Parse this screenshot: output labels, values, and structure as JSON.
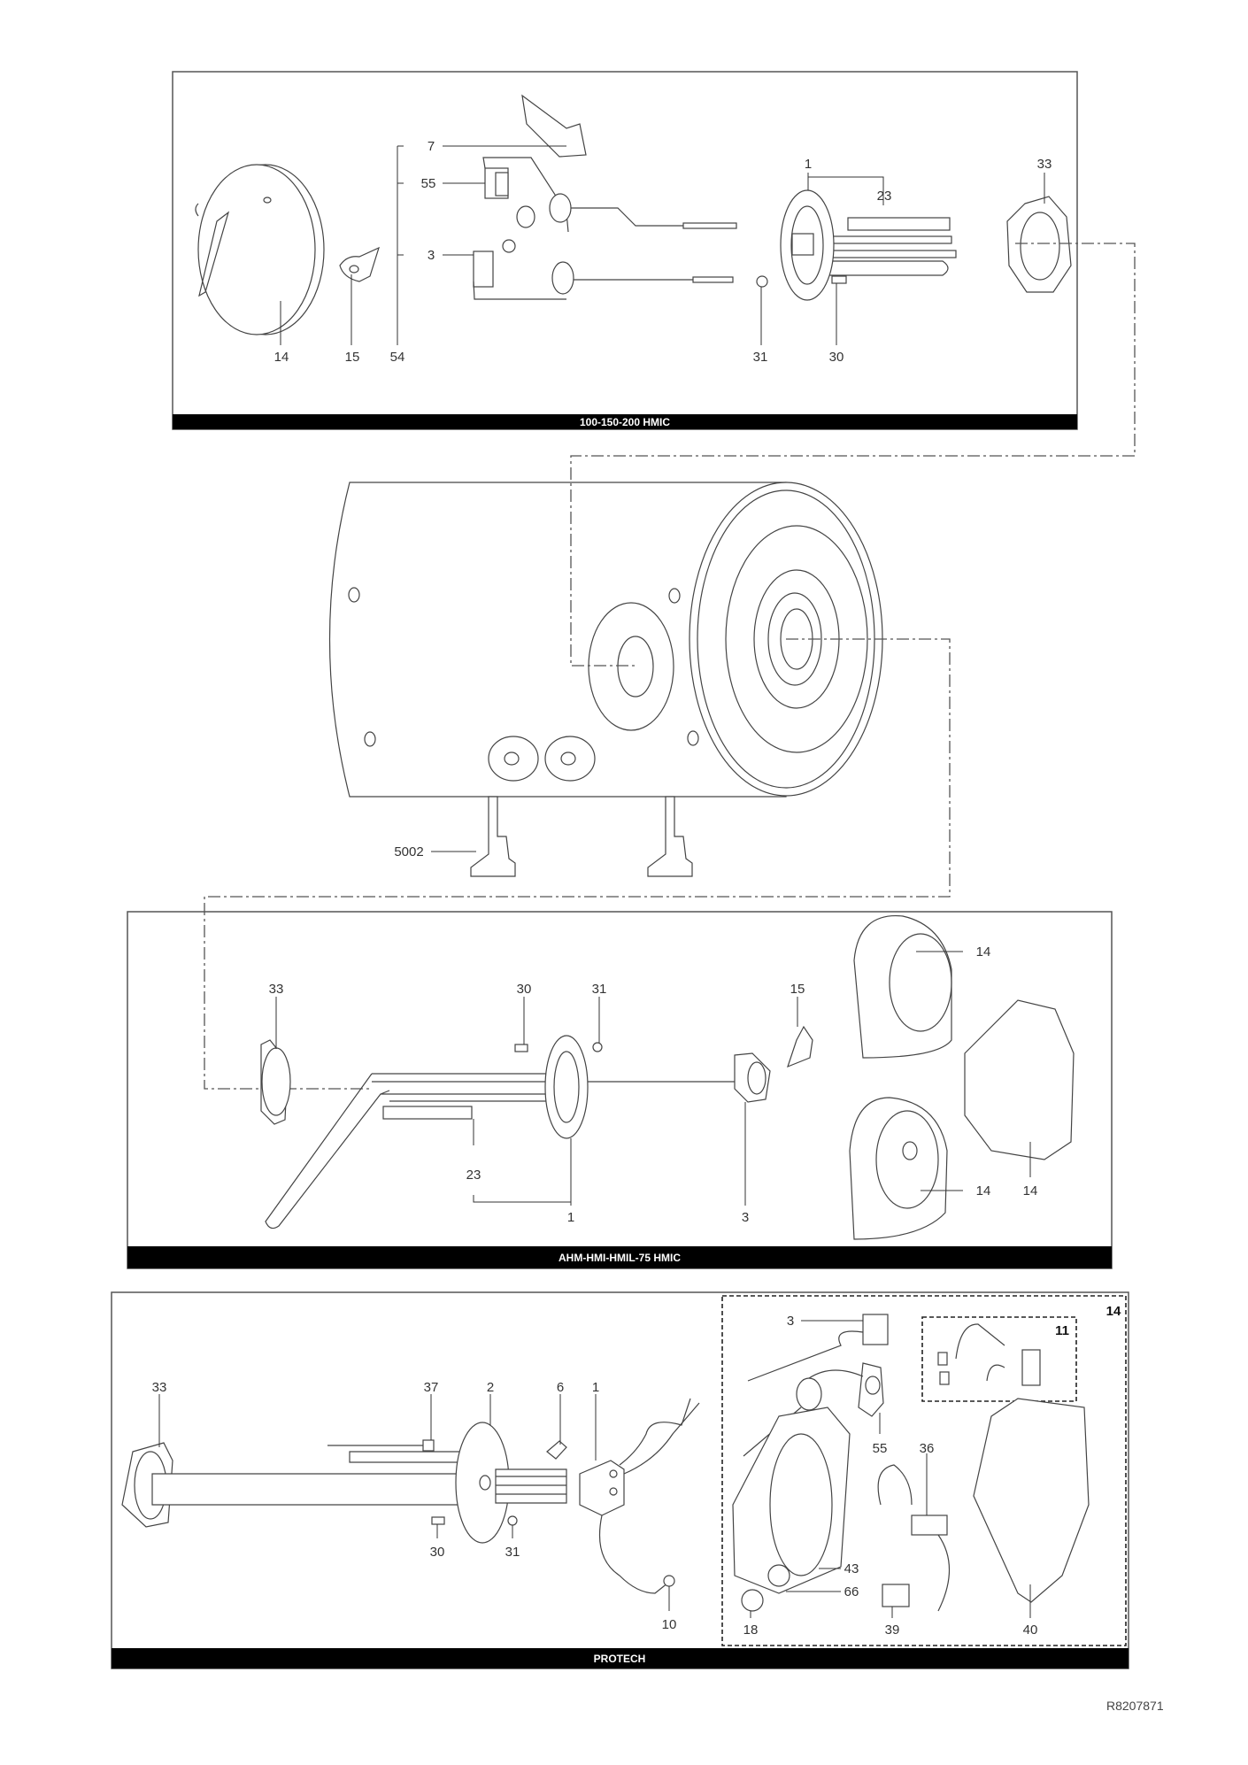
{
  "document_ref": "R8207871",
  "panel_top": {
    "title": "100-150-200 HMIC",
    "labels": [
      "7",
      "55",
      "3",
      "54",
      "14",
      "15",
      "31",
      "30",
      "1",
      "23",
      "33"
    ]
  },
  "tank": {
    "labels": [
      "5002"
    ]
  },
  "panel_middle": {
    "title": "AHM-HMI-HMIL-75 HMIC",
    "labels": [
      "33",
      "30",
      "31",
      "15",
      "14",
      "23",
      "1",
      "3",
      "14",
      "14"
    ]
  },
  "panel_bottom": {
    "title": "PROTECH",
    "labels": [
      "33",
      "37",
      "2",
      "6",
      "1",
      "30",
      "31",
      "10"
    ],
    "kit": {
      "number": "14",
      "subkit_number": "11",
      "labels": [
        "3",
        "55",
        "36",
        "43",
        "66",
        "18",
        "39",
        "40"
      ]
    }
  }
}
